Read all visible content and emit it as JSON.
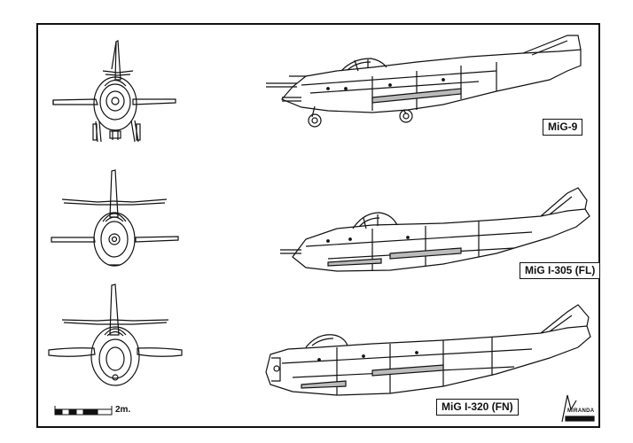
{
  "labels": {
    "view1": "MiG-9",
    "view2": "MiG I-305 (FL)",
    "view3": "MiG I-320 (FN)"
  },
  "scale": {
    "label": "2m."
  },
  "logo": {
    "text": "MIRANDA"
  },
  "colors": {
    "ink": "#111111",
    "paper": "#ffffff",
    "shade": "#bbbbbb"
  }
}
